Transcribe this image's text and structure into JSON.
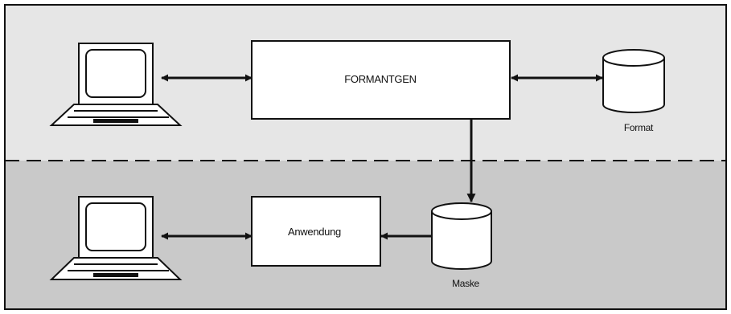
{
  "colors": {
    "background_top": "#e6e6e6",
    "background_bottom": "#c9c9c9",
    "line": "#111111",
    "box_fill": "#ffffff"
  },
  "boxes": {
    "formantgen": {
      "label": "FORMANTGEN"
    },
    "anwendung": {
      "label": "Anwendung"
    }
  },
  "databases": {
    "format": {
      "label": "Format"
    },
    "maske": {
      "label": "Maske"
    }
  },
  "terminals": {
    "top": {
      "icon": "terminal-icon"
    },
    "bottom": {
      "icon": "terminal-icon"
    }
  },
  "separator": {
    "style": "dashed"
  }
}
